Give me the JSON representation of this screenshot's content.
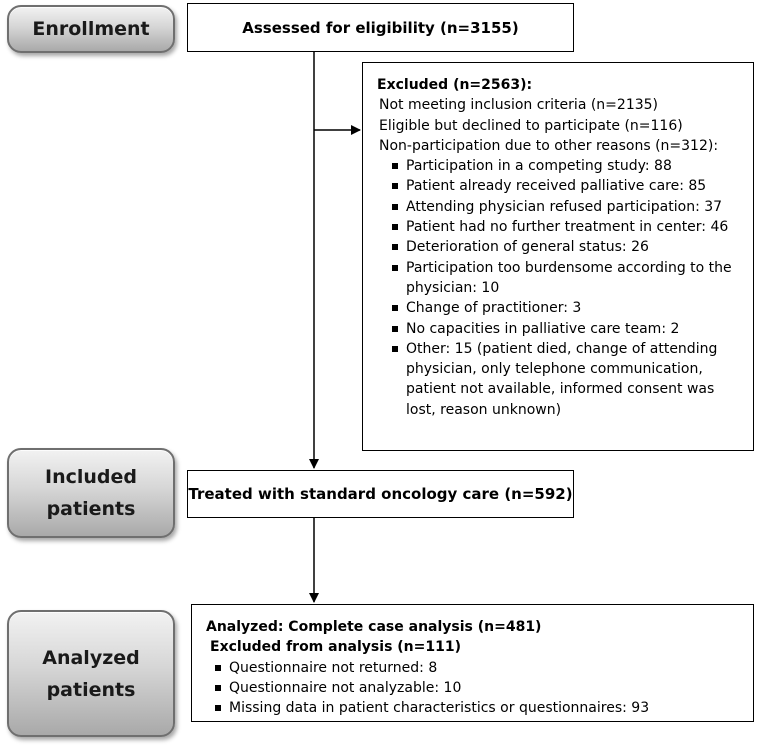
{
  "stages": {
    "enrollment": [
      "Enrollment"
    ],
    "included": [
      "Included",
      "patients"
    ],
    "analyzed": [
      "Analyzed",
      "patients"
    ]
  },
  "assessed": "Assessed for eligibility (n=3155)",
  "excluded": {
    "title": "Excluded (n=2563):",
    "reasons": [
      "Not meeting inclusion criteria (n=2135)",
      "Eligible but declined to participate (n=116)",
      "Non-participation due to other reasons (n=312):"
    ],
    "other_reasons": [
      "Participation in a competing study: 88",
      "Patient already received palliative care: 85",
      "Attending physician refused participation: 37",
      "Patient had no further treatment in center: 46",
      "Deterioration of general status: 26",
      "Participation too burdensome according to the physician: 10",
      "Change of practitioner: 3",
      "No capacities in palliative care team: 2",
      "Other: 15 (patient died, change of attending physician, only telephone communication, patient not available, informed consent was lost, reason unknown)"
    ]
  },
  "treated": "Treated with standard oncology care (n=592)",
  "analysis": {
    "title": "Analyzed: Complete case analysis (n=481)",
    "excluded_title": "Excluded from analysis (n=111)",
    "items": [
      "Questionnaire not returned: 8",
      "Questionnaire not analyzable: 10",
      "Missing data in patient characteristics or questionnaires: 93"
    ]
  }
}
